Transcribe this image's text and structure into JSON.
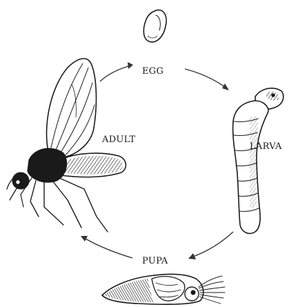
{
  "stages": {
    "egg": "EGG",
    "larva": "LARVA",
    "pupa": "PUPA",
    "adult": "ADULT"
  },
  "icons": {
    "egg": "egg-illustration-icon",
    "larva": "larva-illustration-icon",
    "pupa": "pupa-illustration-icon",
    "adult": "adult-fly-illustration-icon"
  },
  "colors": {
    "ink": "#1a1a1a",
    "background": "#ffffff"
  }
}
